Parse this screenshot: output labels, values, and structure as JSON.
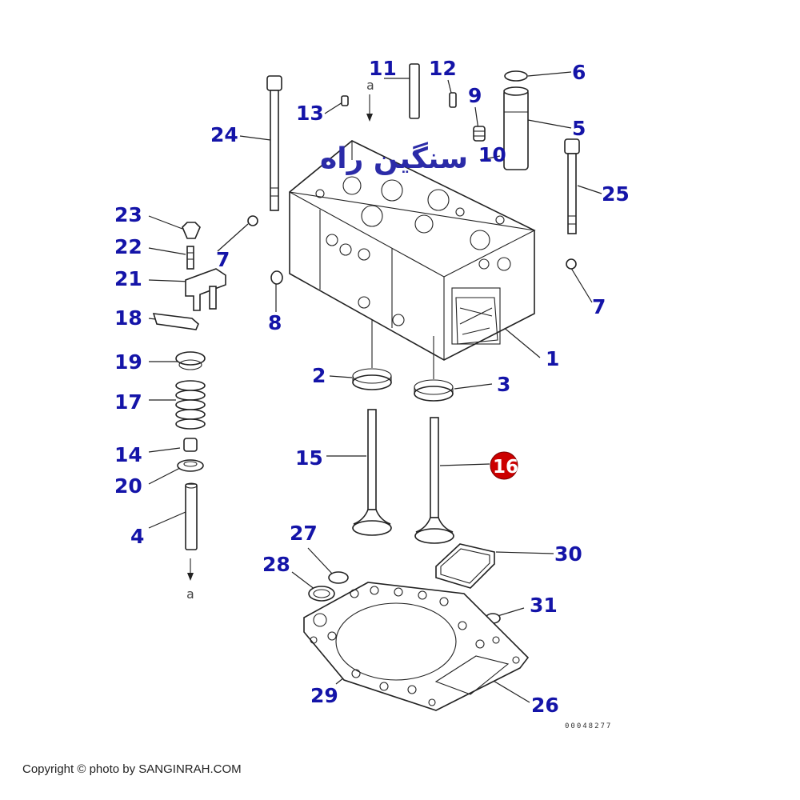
{
  "parts": {
    "p1": "1",
    "p2": "2",
    "p3": "3",
    "p4": "4",
    "p5": "5",
    "p6": "6",
    "p7a": "7",
    "p7b": "7",
    "p8": "8",
    "p9": "9",
    "p10": "10",
    "p11": "11",
    "p12": "12",
    "p13": "13",
    "p14": "14",
    "p15": "15",
    "p16": "16",
    "p17": "17",
    "p18": "18",
    "p19": "19",
    "p20": "20",
    "p21": "21",
    "p22": "22",
    "p23": "23",
    "p24": "24",
    "p25": "25",
    "p26": "26",
    "p27": "27",
    "p28": "28",
    "p29": "29",
    "p30": "30",
    "p31": "31"
  },
  "refs": {
    "top": "a",
    "bottom": "a"
  },
  "drawing_number": "00048277",
  "watermark": "سنگین راه",
  "copyright": "Copyright © photo by SANGINRAH.COM",
  "colors": {
    "callout": "#1414a8",
    "highlight": "#cc0000",
    "line": "#222222"
  }
}
